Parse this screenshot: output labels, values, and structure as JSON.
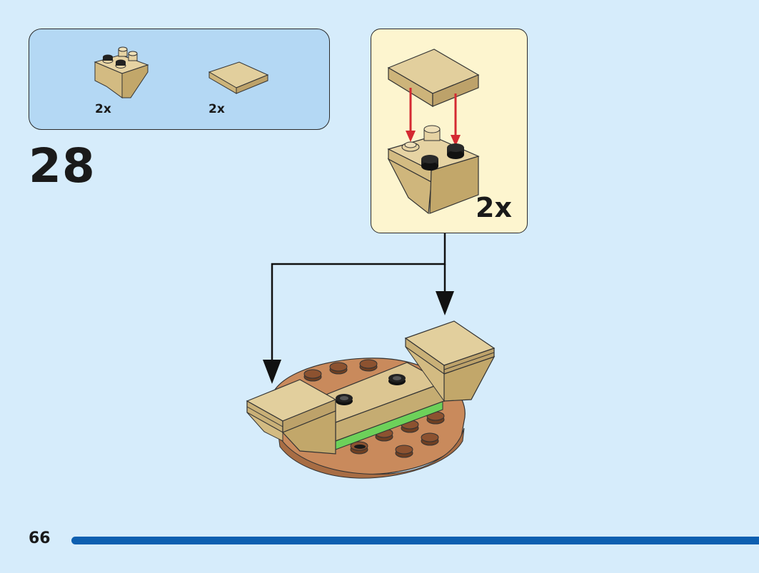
{
  "step": {
    "number": "28"
  },
  "parts_list": {
    "items": [
      {
        "name": "tan-inverted-slope-brick",
        "qty": "2x"
      },
      {
        "name": "tan-2x2-tile",
        "qty": "2x"
      }
    ]
  },
  "sub_assembly": {
    "qty": "2x"
  },
  "footer": {
    "page_number": "66",
    "progress": 1.0
  },
  "colors": {
    "background": "#d6ecfb",
    "parts_panel": "#b4d8f4",
    "sub_panel": "#fdf5cf",
    "tan": "#d9c38f",
    "brown": "#c98a5c",
    "green": "#6dd15a",
    "arrow_red": "#d42a32",
    "progress": "#0d5fb0"
  }
}
